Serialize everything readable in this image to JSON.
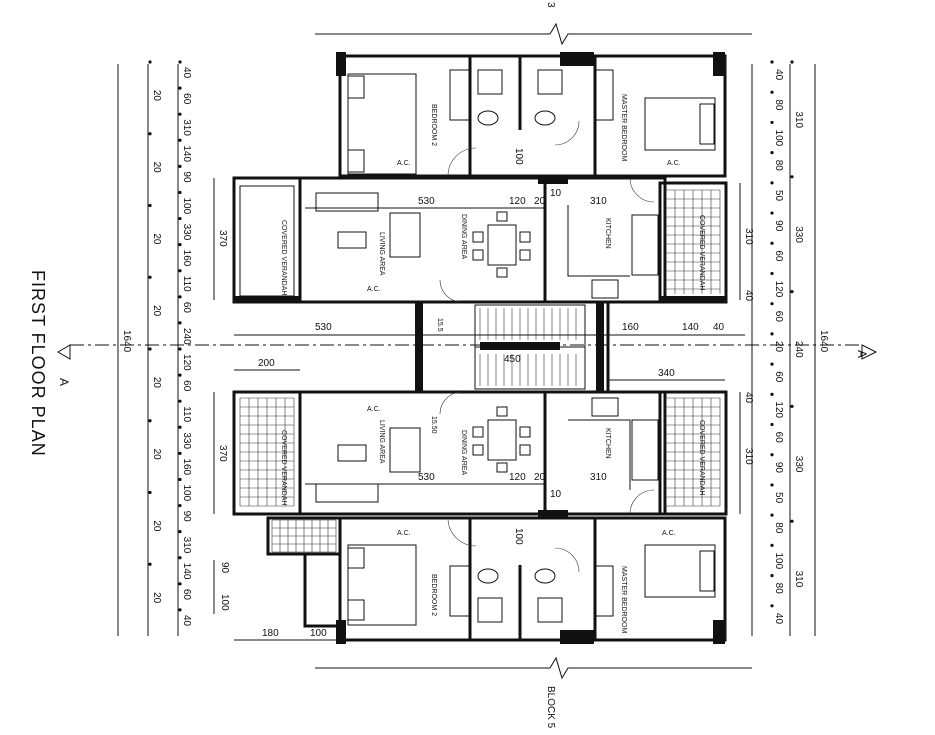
{
  "title": "FIRST FLOOR PLAN",
  "section_marker": "A",
  "block_label": "BLOCK 5",
  "top_mark": "3",
  "overall_dimension": "1640",
  "rooms": {
    "bedroom2": "BEDROOM 2",
    "master_bedroom": "MASTER BEDROOM",
    "living_area": "LIVING AREA",
    "dining_area": "DINING AREA",
    "kitchen": "KITCHEN",
    "covered_verandah": "COVERED VERANDAH",
    "ac": "A.C."
  },
  "left_outer_dims": [
    "40",
    "60",
    "310",
    "140",
    "90",
    "100",
    "330",
    "160",
    "110",
    "60",
    "240",
    "120",
    "60",
    "110",
    "330",
    "160",
    "100",
    "90",
    "310",
    "140",
    "60",
    "40"
  ],
  "left_mid_dims": [
    "20",
    "20",
    "20",
    "20",
    "20",
    "20",
    "20",
    "20"
  ],
  "right_outer_dims": [
    "40",
    "80",
    "100",
    "80",
    "50",
    "90",
    "60",
    "120",
    "60",
    "20",
    "60",
    "120",
    "60",
    "90",
    "50",
    "80",
    "100",
    "80",
    "40"
  ],
  "right_far_dims": [
    "310",
    "330",
    "240",
    "330",
    "310"
  ],
  "plan_dims": {
    "d530a": "530",
    "d120a": "120",
    "d20a": "20",
    "d310a": "310",
    "d10a": "10",
    "d370a": "370",
    "d310b": "310",
    "d40a": "40",
    "d530b": "530",
    "d160": "160",
    "d140": "140",
    "d40b": "40",
    "d450": "450",
    "d200": "200",
    "d340": "340",
    "d370b": "370",
    "d310c": "310",
    "d40c": "40",
    "d530c": "530",
    "d120b": "120",
    "d20b": "20",
    "d310d": "310",
    "d10b": "10",
    "d100a": "100",
    "d100b": "100",
    "d90": "90",
    "d100c": "100",
    "d180": "180",
    "d100d": "100",
    "level_a": "15.5",
    "level_b": "15.50"
  }
}
